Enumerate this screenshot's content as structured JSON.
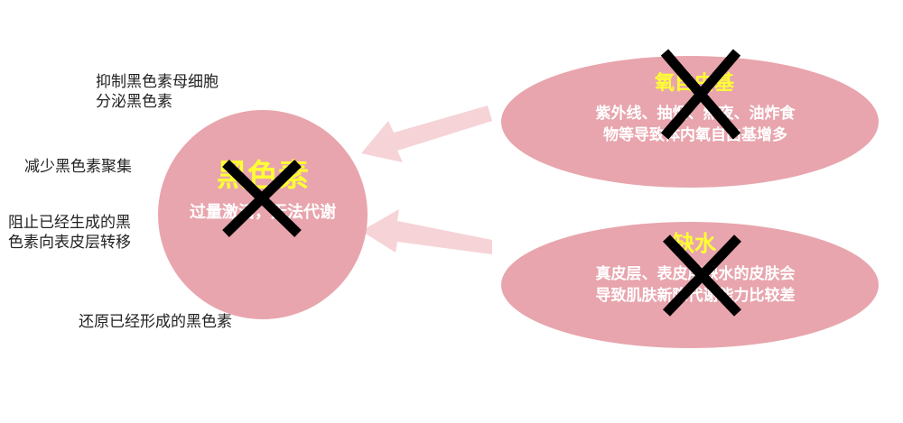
{
  "left_labels": [
    {
      "lines": [
        "抑制黑色素母细胞",
        "分泌黑色素"
      ]
    },
    {
      "lines": [
        "减少黑色素聚集"
      ]
    },
    {
      "lines": [
        "阻止已经生成的黑",
        "色素向表皮层转移"
      ]
    },
    {
      "lines": [
        "还原已经形成的黑色素"
      ]
    }
  ],
  "center_circle": {
    "title": "黑色素",
    "subtitle": "过量激活，无法代谢",
    "crossed_out": true
  },
  "top_right_ellipse": {
    "title": "氧自由基",
    "lines": [
      "紫外线、抽烟、熬夜、油炸食",
      "物等导致体内氧自由基增多"
    ],
    "crossed_out": true
  },
  "bottom_right_ellipse": {
    "title": "缺水",
    "lines": [
      "真皮层、表皮层缺水的皮肤会",
      "导致肌肤新陈代谢能力比较差"
    ],
    "crossed_out": true
  },
  "colors": {
    "bubble_fill": "#e8a5ad",
    "title_yellow": "#ffff33",
    "text_white": "#ffffff",
    "arrow_pink": "#f6d3d7",
    "cross_black": "#000000"
  }
}
